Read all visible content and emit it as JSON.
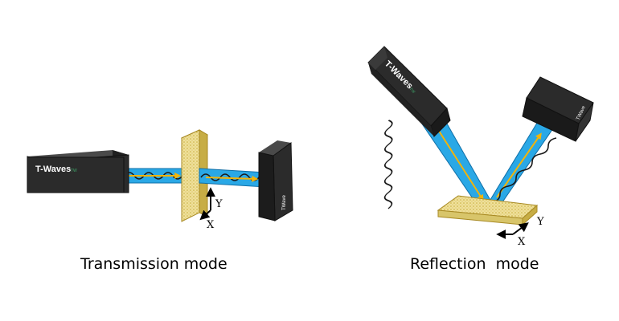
{
  "diagram": {
    "transmission": {
      "caption": "Transmission mode",
      "emitter_label": "T-Waves",
      "emitter_sublabel": "TW",
      "detector_label": "TWave",
      "axis_y": "Y",
      "axis_x": "X"
    },
    "reflection": {
      "caption": "Reflection  mode",
      "emitter_label": "T-Waves",
      "emitter_sublabel": "TW",
      "detector_label": "TWave",
      "axis_y": "Y",
      "axis_x": "X"
    },
    "colors": {
      "device_body": "#2b2b2b",
      "device_top": "#4a4a4a",
      "beam": "#2aa8e6",
      "beam_edge": "#0f6fa8",
      "wave": "#1a1a1a",
      "arrow": "#f2b40a",
      "sample": "#e9d77a",
      "sample_edge": "#b79a2c"
    }
  }
}
